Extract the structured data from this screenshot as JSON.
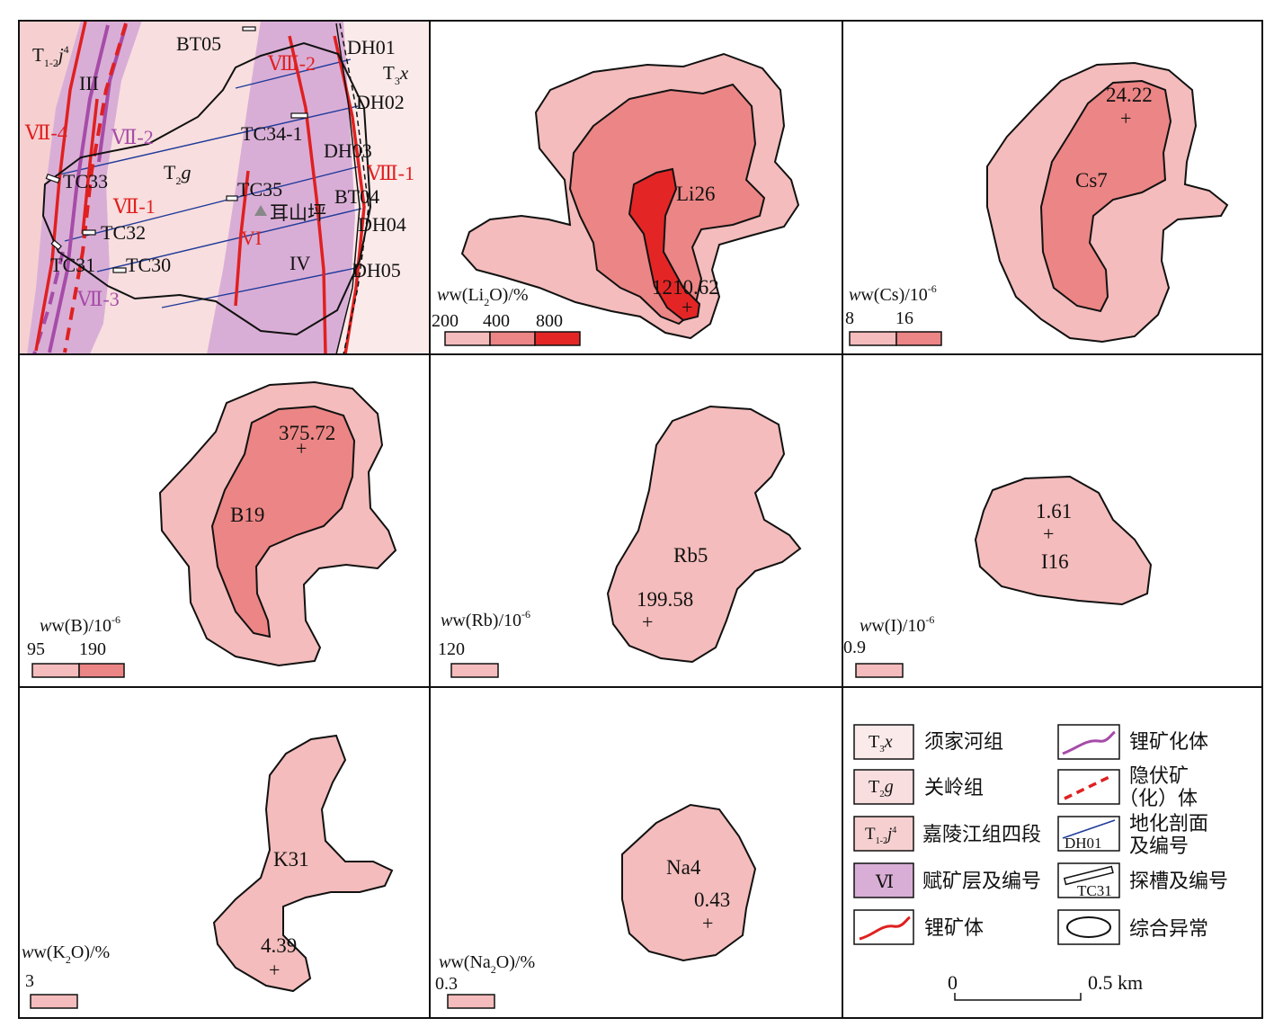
{
  "colors": {
    "stage1": "#f4bcbc",
    "stage2": "#ec8585",
    "stage3": "#e42525",
    "t3x_fill": "#fbeaea",
    "t2g_fill": "#f8dede",
    "t12j_fill": "#f6d0d0",
    "ore_layer_fill": "#d9aed6",
    "li_orebody": "#e02020",
    "li_mineralized": "#a64ca8",
    "concealed": "#e02020",
    "profile_line": "#1f3a9a"
  },
  "geology": {
    "unit_labels": {
      "t12": "T",
      "t12_sub": "1-2",
      "t12_letter": "j",
      "t12_sup": "4",
      "t3": "T",
      "t3_sub": "3",
      "t3_letter": "x",
      "t2": "T",
      "t2_sub": "2",
      "t2_letter": "g"
    },
    "roman_labels": [
      "III",
      "IV",
      "VI"
    ],
    "red_labels": [
      "Ⅷ-2",
      "Ⅷ-1",
      "Ⅶ-4",
      "Ⅶ-1"
    ],
    "purple_labels": [
      "Ⅶ-2",
      "Ⅶ-3"
    ],
    "profiles": [
      "DH01",
      "DH02",
      "DH03",
      "DH04",
      "DH05"
    ],
    "trenches": [
      "BT05",
      "TC34-1",
      "TC33",
      "TC35",
      "BT04",
      "TC32",
      "TC31",
      "TC30"
    ],
    "place_name": "耳山坪"
  },
  "panels": {
    "li": {
      "label": "Li26",
      "peak": "1210.62",
      "unit_main": "w(Li",
      "unit_sub": "2",
      "unit_tail": "O)/%",
      "thresholds": [
        "200",
        "400",
        "800"
      ]
    },
    "cs": {
      "label": "Cs7",
      "peak": "24.22",
      "unit_main": "w(Cs)/10",
      "unit_sup": "-6",
      "thresholds": [
        "8",
        "16"
      ]
    },
    "b": {
      "label": "B19",
      "peak": "375.72",
      "unit_main": "w(B)/10",
      "unit_sup": "-6",
      "thresholds": [
        "95",
        "190"
      ]
    },
    "rb": {
      "label": "Rb5",
      "peak": "199.58",
      "unit_main": "w(Rb)/10",
      "unit_sup": "-6",
      "thresholds": [
        "120"
      ]
    },
    "i": {
      "label": "I16",
      "peak": "1.61",
      "unit_main": "w(I)/10",
      "unit_sup": "-6",
      "thresholds": [
        "0.9"
      ]
    },
    "k": {
      "label": "K31",
      "peak": "4.39",
      "unit_main": "w(K",
      "unit_sub": "2",
      "unit_tail": "O)/%",
      "thresholds": [
        "3"
      ]
    },
    "na": {
      "label": "Na4",
      "peak": "0.43",
      "unit_main": "w(Na",
      "unit_sub": "2",
      "unit_tail": "O)/%",
      "thresholds": [
        "0.3"
      ]
    }
  },
  "legend": {
    "t3x": {
      "sym": "T",
      "sub": "3",
      "letter": "x",
      "text": "须家河组"
    },
    "t2g": {
      "sym": "T",
      "sub": "2",
      "letter": "g",
      "text": "关岭组"
    },
    "t12j": {
      "sym": "T",
      "sub": "1-2",
      "letter": "j",
      "sup": "4",
      "text": "嘉陵江组四段"
    },
    "ore_layer": {
      "sym": "Ⅵ",
      "text": "赋矿层及编号"
    },
    "li_orebody": {
      "text": "锂矿体"
    },
    "li_mineralized": {
      "text": "锂矿化体"
    },
    "concealed": {
      "line1": "隐伏矿",
      "line2": "（化）体"
    },
    "profile": {
      "sym": "DH01",
      "line1": "地化剖面",
      "line2": "及编号"
    },
    "trench": {
      "sym": "TC31",
      "text": "探槽及编号"
    },
    "anomaly": {
      "text": "综合异常"
    }
  },
  "scale_bar": {
    "start": "0",
    "end": "0.5 km"
  }
}
